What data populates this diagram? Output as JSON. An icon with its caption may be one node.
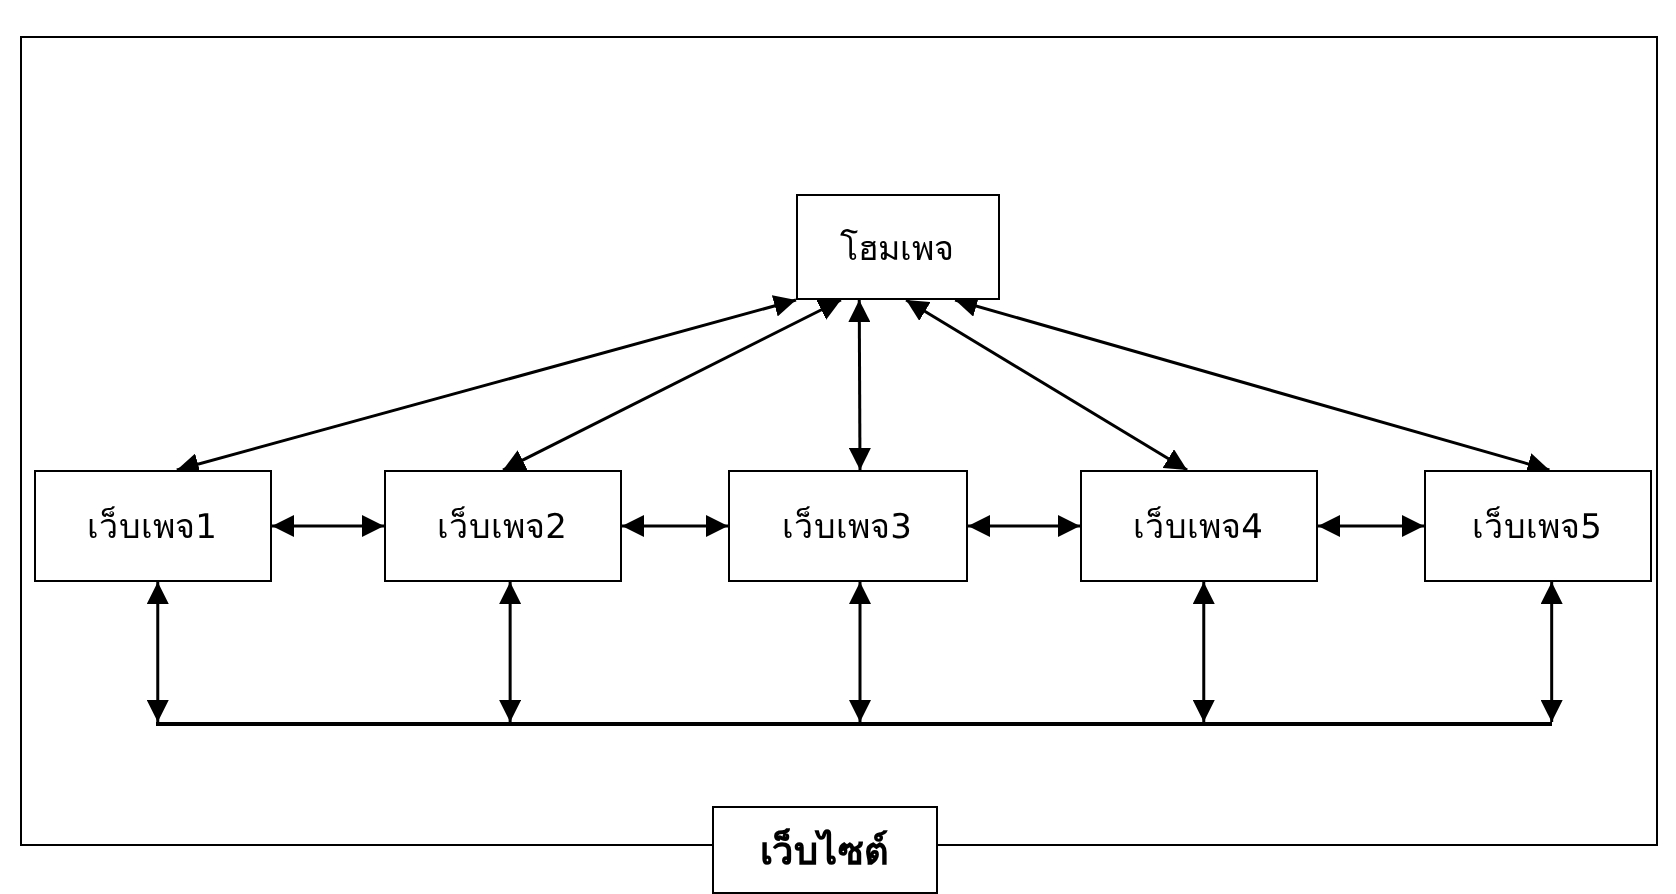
{
  "diagram": {
    "nodes": [
      {
        "text": [
          "เว็บไซต์"
        ]
      },
      {
        "text": [
          "โฮมเพจ"
        ],
        "in": 0
      },
      {
        "text": [
          "เว็บเพจ1"
        ],
        "in": 0
      },
      {
        "text": [
          "เว็บเพจ2"
        ],
        "in": 0
      },
      {
        "text": [
          "เว็บเพจ3"
        ],
        "in": 0
      },
      {
        "text": [
          "เว็บเพจ4"
        ],
        "in": 0
      },
      {
        "text": [
          "เว็บเพจ5"
        ],
        "in": 0
      },
      {
        "text": [],
        "shape": "bar",
        "in": 0
      }
    ],
    "edges": [
      {
        "from": 1,
        "to": 2,
        "arrow": "both"
      },
      {
        "from": 1,
        "to": 3,
        "arrow": "both"
      },
      {
        "from": 1,
        "to": 4,
        "arrow": "both"
      },
      {
        "from": 1,
        "to": 5,
        "arrow": "both"
      },
      {
        "from": 1,
        "to": 6,
        "arrow": "both"
      },
      {
        "from": 2,
        "to": 3,
        "arrow": "both"
      },
      {
        "from": 3,
        "to": 4,
        "arrow": "both"
      },
      {
        "from": 4,
        "to": 5,
        "arrow": "both"
      },
      {
        "from": 5,
        "to": 6,
        "arrow": "both"
      },
      {
        "from": 2,
        "to": 7,
        "arrow": "both"
      },
      {
        "from": 3,
        "to": 7,
        "arrow": "both"
      },
      {
        "from": 4,
        "to": 7,
        "arrow": "both"
      },
      {
        "from": 5,
        "to": 7,
        "arrow": "both"
      },
      {
        "from": 6,
        "to": 7,
        "arrow": "both"
      }
    ]
  }
}
